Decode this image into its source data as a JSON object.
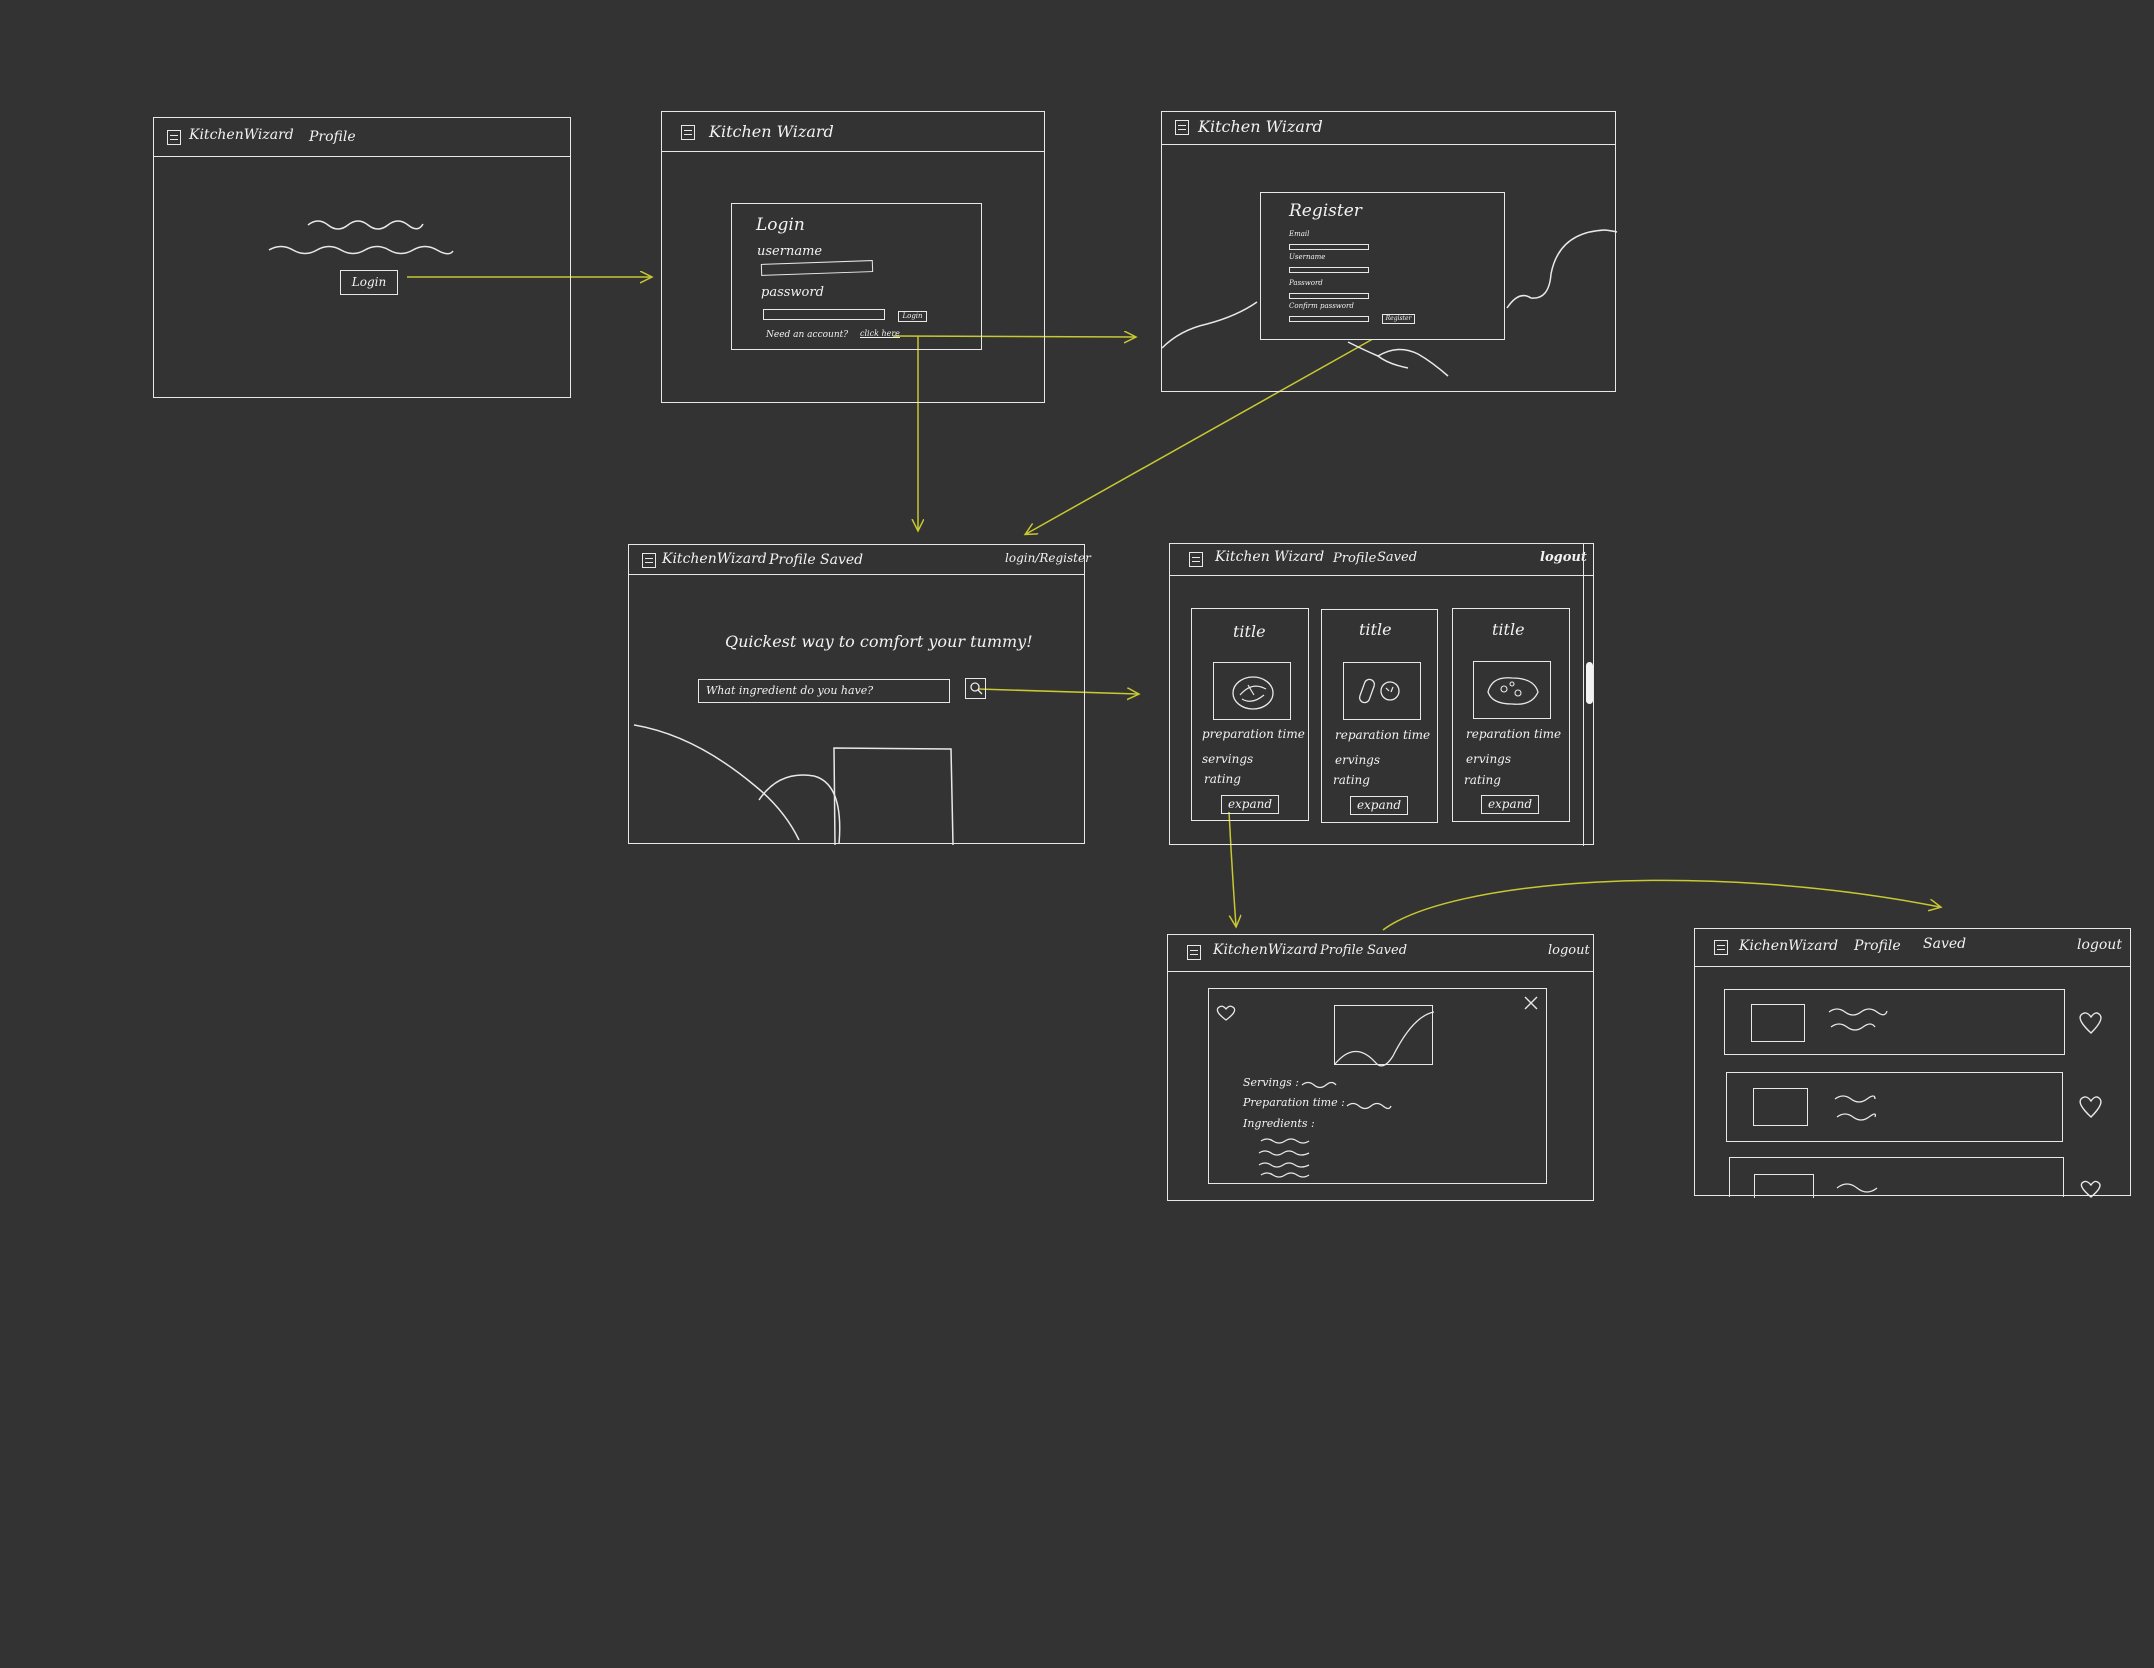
{
  "colors": {
    "background": "#333333",
    "sketch_line": "#e8e8e8",
    "flow_arrow": "#c8c832"
  },
  "icons": [
    "menu-icon",
    "search-icon",
    "heart-icon",
    "close-icon",
    "recipe-image-icon"
  ],
  "screen_landing": {
    "brand": "KitchenWizard",
    "nav_profile": "Profile",
    "login_button": "Login"
  },
  "screen_login": {
    "brand": "Kitchen Wizard",
    "heading": "Login",
    "username_label": "username",
    "password_label": "password",
    "login_button": "Login",
    "need_account": "Need an account?",
    "click_here": "click here"
  },
  "screen_register": {
    "brand": "Kitchen Wizard",
    "heading": "Register",
    "email_label": "Email",
    "username_label": "Username",
    "password_label": "Password",
    "confirm_label": "Confirm password",
    "register_button": "Register"
  },
  "screen_home": {
    "brand": "KitchenWizard",
    "nav_profile": "Profile",
    "nav_saved": "Saved",
    "login_register": "login/Register",
    "tagline": "Quickest way to comfort your tummy!",
    "search_placeholder": "What ingredient do you have?"
  },
  "screen_results": {
    "brand": "Kitchen Wizard",
    "nav_profile": "Profile",
    "nav_saved": "Saved",
    "logout": "logout",
    "cards": [
      {
        "title": "title",
        "prep": "preparation time",
        "servings": "servings",
        "rating": "rating",
        "button": "expand"
      },
      {
        "title": "title",
        "prep": "reparation time",
        "servings": "ervings",
        "rating": "rating",
        "button": "expand"
      },
      {
        "title": "title",
        "prep": "reparation time",
        "servings": "ervings",
        "rating": "rating",
        "button": "expand"
      }
    ]
  },
  "screen_detail": {
    "brand": "KitchenWizard",
    "nav_profile": "Profile",
    "nav_saved": "Saved",
    "logout": "logout",
    "servings_label": "Servings :",
    "prep_label": "Preparation time :",
    "ingredients_label": "Ingredients :"
  },
  "screen_saved": {
    "brand": "KichenWizard",
    "nav_profile": "Profile",
    "nav_saved": "Saved",
    "logout": "logout"
  }
}
